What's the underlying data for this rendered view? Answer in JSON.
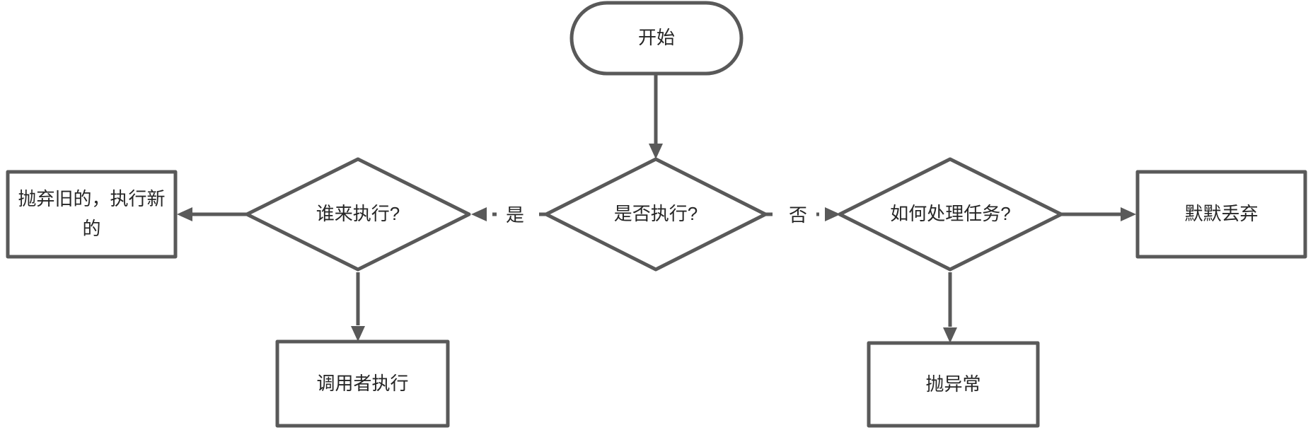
{
  "diagram": {
    "type": "flowchart",
    "colors": {
      "background": "#ffffff",
      "stroke": "#595959",
      "text": "#262626"
    },
    "nodes": {
      "start": {
        "label": "开始",
        "shape": "stadium"
      },
      "decision_execute": {
        "label": "是否执行?",
        "shape": "diamond"
      },
      "decision_who": {
        "label": "谁来执行?",
        "shape": "diamond"
      },
      "decision_how": {
        "label": "如何处理任务?",
        "shape": "diamond"
      },
      "discard_old": {
        "label": "抛弃旧的，执行新的",
        "shape": "rect"
      },
      "caller_runs": {
        "label": "调用者执行",
        "shape": "rect"
      },
      "silent_discard": {
        "label": "默默丢弃",
        "shape": "rect"
      },
      "throw_exception": {
        "label": "抛异常",
        "shape": "rect"
      }
    },
    "edge_labels": {
      "yes": "是",
      "no": "否"
    }
  }
}
